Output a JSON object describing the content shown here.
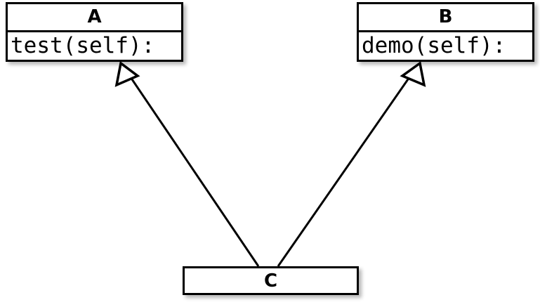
{
  "diagram": {
    "type": "uml-class-diagram",
    "background_color": "#ffffff",
    "line_color": "#000000",
    "classes": [
      {
        "id": "A",
        "name": "A",
        "members": "test(self):",
        "has_member_compartment": true
      },
      {
        "id": "B",
        "name": "B",
        "members": "demo(self):",
        "has_member_compartment": true
      },
      {
        "id": "C",
        "name": "C",
        "members": "",
        "has_member_compartment": false
      }
    ],
    "relationships": [
      {
        "kind": "generalization",
        "arrowhead": "hollow-triangle",
        "from": "C",
        "to": "A"
      },
      {
        "kind": "generalization",
        "arrowhead": "hollow-triangle",
        "from": "C",
        "to": "B"
      }
    ]
  }
}
